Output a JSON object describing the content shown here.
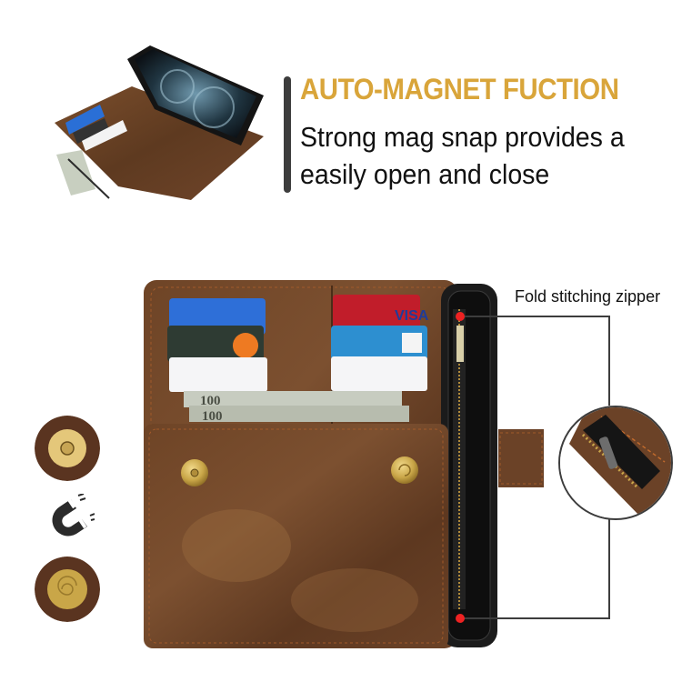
{
  "headline": {
    "title": "AUTO-MAGNET FUCTION",
    "subtitle_line1": "Strong mag snap provides a",
    "subtitle_line2": "easily open and close"
  },
  "callout": {
    "label": "Fold stitching zipper"
  },
  "colors": {
    "accent_gold": "#d9a53a",
    "bar_dark": "#3d3d3d",
    "leather_brown": "#6b4226",
    "callout_dot": "#ee2222"
  },
  "icons": {
    "magnet": "magnet-icon",
    "snap_male": "magnetic-snap-male",
    "snap_female": "magnetic-snap-female"
  },
  "images": {
    "thumbnail": "wallet-case-with-phone",
    "main": "open-wallet-case-with-cards-and-cash",
    "detail": "zipper-closeup"
  }
}
